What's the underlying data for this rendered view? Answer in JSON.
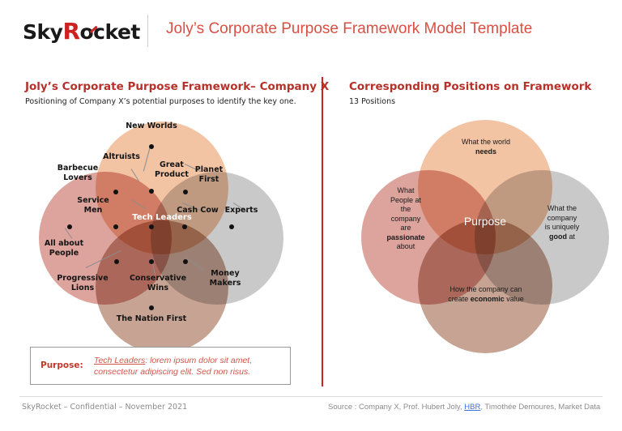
{
  "header": {
    "logo_part1": "Sky",
    "logo_part2": "R",
    "logo_part3": "ocket",
    "title": "Joly’s Corporate Purpose Framework Model Template"
  },
  "left_panel": {
    "title": "Joly’s Corporate Purpose Framework– Company X",
    "subtitle": "Positioning of Company X’s potential purposes to identify the key one.",
    "center_label": "Tech Leaders",
    "circles": [
      {
        "name": "new-worlds-circle",
        "color": "#f2c4a4"
      },
      {
        "name": "people-circle",
        "color": "#dda39d"
      },
      {
        "name": "experts-circle",
        "color": "#c9c9c9"
      },
      {
        "name": "nation-circle",
        "color": "#c6a392"
      }
    ],
    "positions": [
      {
        "label": "New Worlds"
      },
      {
        "label": "Altruists"
      },
      {
        "label": "Barbecue Lovers"
      },
      {
        "label": "Great Product"
      },
      {
        "label": "Planet First"
      },
      {
        "label": "Service Men"
      },
      {
        "label": "Cash Cow"
      },
      {
        "label": "Experts"
      },
      {
        "label": "All about People"
      },
      {
        "label": "Progressive Lions"
      },
      {
        "label": "Conservative Wins"
      },
      {
        "label": "Money Makers"
      },
      {
        "label": "The Nation First"
      }
    ],
    "labels": {
      "new_worlds": "New Worlds",
      "altruists": "Altruists",
      "barbecue_lovers_1": "Barbecue",
      "barbecue_lovers_2": "Lovers",
      "great_product_1": "Great",
      "great_product_2": "Product",
      "planet_first_1": "Planet",
      "planet_first_2": "First",
      "service_men_1": "Service",
      "service_men_2": "Men",
      "cash_cow": "Cash Cow",
      "experts": "Experts",
      "all_about_people_1": "All about",
      "all_about_people_2": "People",
      "progressive_lions_1": "Progressive",
      "progressive_lions_2": "Lions",
      "conservative_wins_1": "Conservative",
      "conservative_wins_2": "Wins",
      "money_makers_1": "Money",
      "money_makers_2": "Makers",
      "nation_first": "The Nation First"
    }
  },
  "right_panel": {
    "title": "Corresponding Positions on Framework",
    "subtitle": "13 Positions",
    "center_label": "Purpose",
    "top_label_line1": "What the world",
    "top_label_line2": "needs",
    "left_label_line1": "What",
    "left_label_line2": "People at",
    "left_label_line3": "the",
    "left_label_line4": "company",
    "left_label_line5": "are",
    "left_label_line6": "passionate",
    "left_label_line7": "about",
    "right_label_line1": "What the",
    "right_label_line2": "company",
    "right_label_line3": "is uniquely",
    "right_label_line4a": "good",
    "right_label_line4b": " at",
    "bottom_label_line1": "How the company can",
    "bottom_label_line2a": "create ",
    "bottom_label_line2b": "economic",
    "bottom_label_line2c": " value"
  },
  "purpose_box": {
    "label": "Purpose:",
    "highlight": "Tech Leaders",
    "rest_line1": ": lorem ipsum dolor sit amet,",
    "rest_line2": "consectetur adipiscing elit. Sed non risus."
  },
  "footer": {
    "left": "SkyRocket – Confidential – November 2021",
    "source_prefix": "Source : Company X, Prof. Hubert Joly, ",
    "source_link": "HBR",
    "source_suffix": ", Timothée Demoures, Market Data"
  },
  "colors": {
    "brand_red": "#b5312a",
    "title_red": "#d94f43",
    "link_blue": "#3a6fd8"
  }
}
